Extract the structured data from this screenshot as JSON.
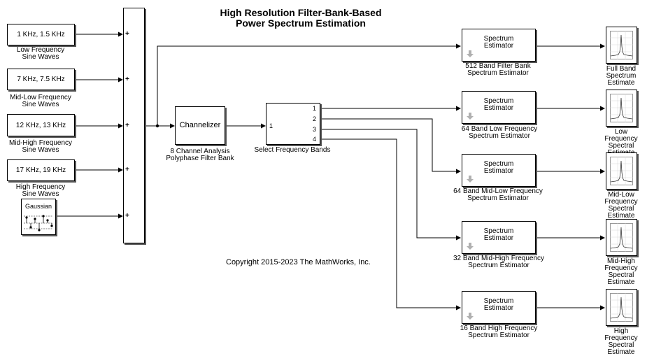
{
  "title": "High Resolution Filter-Bank-Based\nPower Spectrum Estimation",
  "copyright": "Copyright 2015-2023 The MathWorks, Inc.",
  "sources": [
    {
      "label": "1 KHz, 1.5 KHz",
      "caption": "Low Frequency\nSine Waves"
    },
    {
      "label": "7 KHz, 7.5 KHz",
      "caption": "Mid-Low Frequency\nSine Waves"
    },
    {
      "label": "12 KHz, 13 KHz",
      "caption": "Mid-High Frequency\nSine Waves"
    },
    {
      "label": "17 KHz, 19 KHz",
      "caption": "High Frequency\nSine Waves"
    }
  ],
  "noise": {
    "label": "Gaussian"
  },
  "sum_signs": [
    "+",
    "+",
    "+",
    "+",
    "+"
  ],
  "channelizer": {
    "label": "Channelizer",
    "caption": "8 Channel Analysis\nPolyphase Filter Bank"
  },
  "selector": {
    "caption": "Select Frequency Bands",
    "in_port": "1",
    "out_ports": [
      "1",
      "2",
      "3",
      "4"
    ]
  },
  "estimators": [
    {
      "label": "Spectrum\nEstimator",
      "caption": "512 Band Filter Bank\nSpectrum Estimator"
    },
    {
      "label": "Spectrum\nEstimator",
      "caption": "64 Band Low Frequency\nSpectrum Estimator"
    },
    {
      "label": "Spectrum\nEstimator",
      "caption": "64 Band Mid-Low Frequency\nSpectrum Estimator"
    },
    {
      "label": "Spectrum\nEstimator",
      "caption": "32 Band Mid-High Frequency\nSpectrum Estimator"
    },
    {
      "label": "Spectrum\nEstimator",
      "caption": "16 Band High Frequency\nSpectrum Estimator"
    }
  ],
  "scopes": [
    {
      "caption": "Full Band\nSpectrum Estimate"
    },
    {
      "caption": "Low Frequency\nSpectral Estimate"
    },
    {
      "caption": "Mid-Low Frequency\nSpectral Estimate"
    },
    {
      "caption": "Mid-High Frequency\nSpectral Estimate"
    },
    {
      "caption": "High Frequency\nSpectral Estimate"
    }
  ],
  "colors": {
    "line": "#000000",
    "shadow": "#555555",
    "arrow_icon": "#b0b0b0"
  }
}
